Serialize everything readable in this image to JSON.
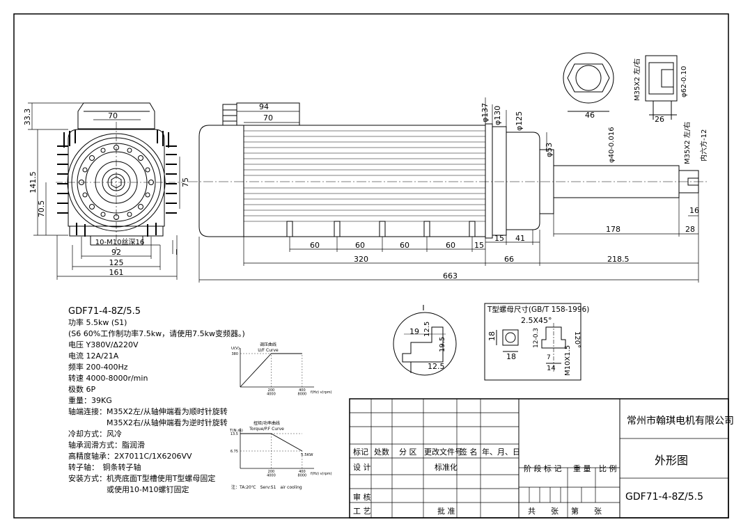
{
  "model": "GDF71-4-8Z/5.5",
  "specs": [
    "功率 5.5kw (S1)",
    "(S6 60%工作制功率7.5kw，请使用7.5kw变频器。)",
    "电压 Y380V/Δ220V",
    "电流 12A/21A",
    "频率 200-400Hz",
    "转速 4000-8000r/min",
    "极数 6P",
    "重量：39KG",
    "轴端连接：M35X2左/从轴伸端看为顺时针旋转",
    "　　　　　M35X2右/从轴伸端看为逆时针旋转",
    "冷却方式：风冷",
    "轴承润滑方式：脂润滑",
    "高精度轴承：2X7011C/1X6206VV",
    "转子轴：　铜条转子轴",
    "安装方式：机壳底面T型槽使用T型螺母固定",
    "　　　　　或使用10-M10螺钉固定"
  ],
  "front_view": {
    "dims": {
      "top_70": "70",
      "h_33_3": "33.3",
      "h_141_5": "141.5",
      "h_70_5": "70.5",
      "h_75": "75",
      "thread": "10-M10丝深16",
      "w_92": "92",
      "w_125": "125",
      "w_161": "161",
      "section": "I"
    }
  },
  "side_view": {
    "dims": {
      "w_94": "94",
      "w_70": "70",
      "d137": "φ137",
      "d130": "φ130",
      "d125": "φ125",
      "d53": "φ53",
      "d40": "φ40-0.016",
      "thread": "M35X2 左/右",
      "hex": "内六方-12",
      "s60_1": "60",
      "s60_2": "60",
      "s60_3": "60",
      "s60_4": "60",
      "s15": "15",
      "s15b": "15",
      "s41": "41",
      "s178": "178",
      "s28": "28",
      "s16": "16",
      "s320": "320",
      "s66": "66",
      "s218": "218.5",
      "s663": "663"
    }
  },
  "nut_view": {
    "w46": "46",
    "w26": "26",
    "thread": "M35X2 左/右",
    "d62": "φ62-0.10"
  },
  "detail_I": {
    "label": "I",
    "d19": "19",
    "d12_5a": "12.5",
    "d19_5": "19.5",
    "d12_5b": "12.5"
  },
  "tnut": {
    "title": "T型螺母尺寸(GB/T 158-1996)",
    "chamfer": "2.5X45°",
    "d18a": "18",
    "d18b": "18",
    "d12": "12-0.3",
    "d7": "7",
    "d14": "14",
    "d120": "120°",
    "thread": "M10X1.5"
  },
  "charts": {
    "chart_data": [
      {
        "type": "line",
        "title": "调压曲线",
        "subtitle": "U/F Curve",
        "ylabel": "U(V)",
        "xlabel": "f(Hz) v(rpm)",
        "x": [
          0,
          200,
          400
        ],
        "x_ticks": [
          "200\n4000",
          "400\n8000"
        ],
        "y_ticks": [
          "380"
        ],
        "series": [
          {
            "values": [
              0,
              380,
              380
            ]
          }
        ]
      },
      {
        "type": "line",
        "title": "扭矩/功率曲线",
        "subtitle": "Torque/P.F Curve",
        "ylabel": "T(N.m)",
        "xlabel": "f(Hz) v(rpm)",
        "x": [
          0,
          200,
          400
        ],
        "x_ticks": [
          "200\n4000",
          "400\n8000"
        ],
        "y_ticks": [
          "13.5",
          "6.75"
        ],
        "series": [
          {
            "values": [
              13.5,
              13.5,
              6.75
            ]
          }
        ],
        "annotation": "5.5KW"
      }
    ],
    "note": "注：TA:20℃　Serv:S1　air cooling"
  },
  "title_block": {
    "company": "常州市翰琪电机有限公司",
    "drawing": "外形图",
    "code": "GDF71-4-8Z/5.5",
    "row_labels": [
      "标记",
      "处数",
      "分 区",
      "更改文件号",
      "签 名",
      "年、月、日"
    ],
    "design": "设 计",
    "standard": "标准化",
    "stage": "阶 段 标 记",
    "weight": "重 量",
    "scale": "比 例",
    "review": "审 核",
    "process": "工 艺",
    "approve": "批 准",
    "total": "共　　张",
    "sheet": "第　　张"
  }
}
